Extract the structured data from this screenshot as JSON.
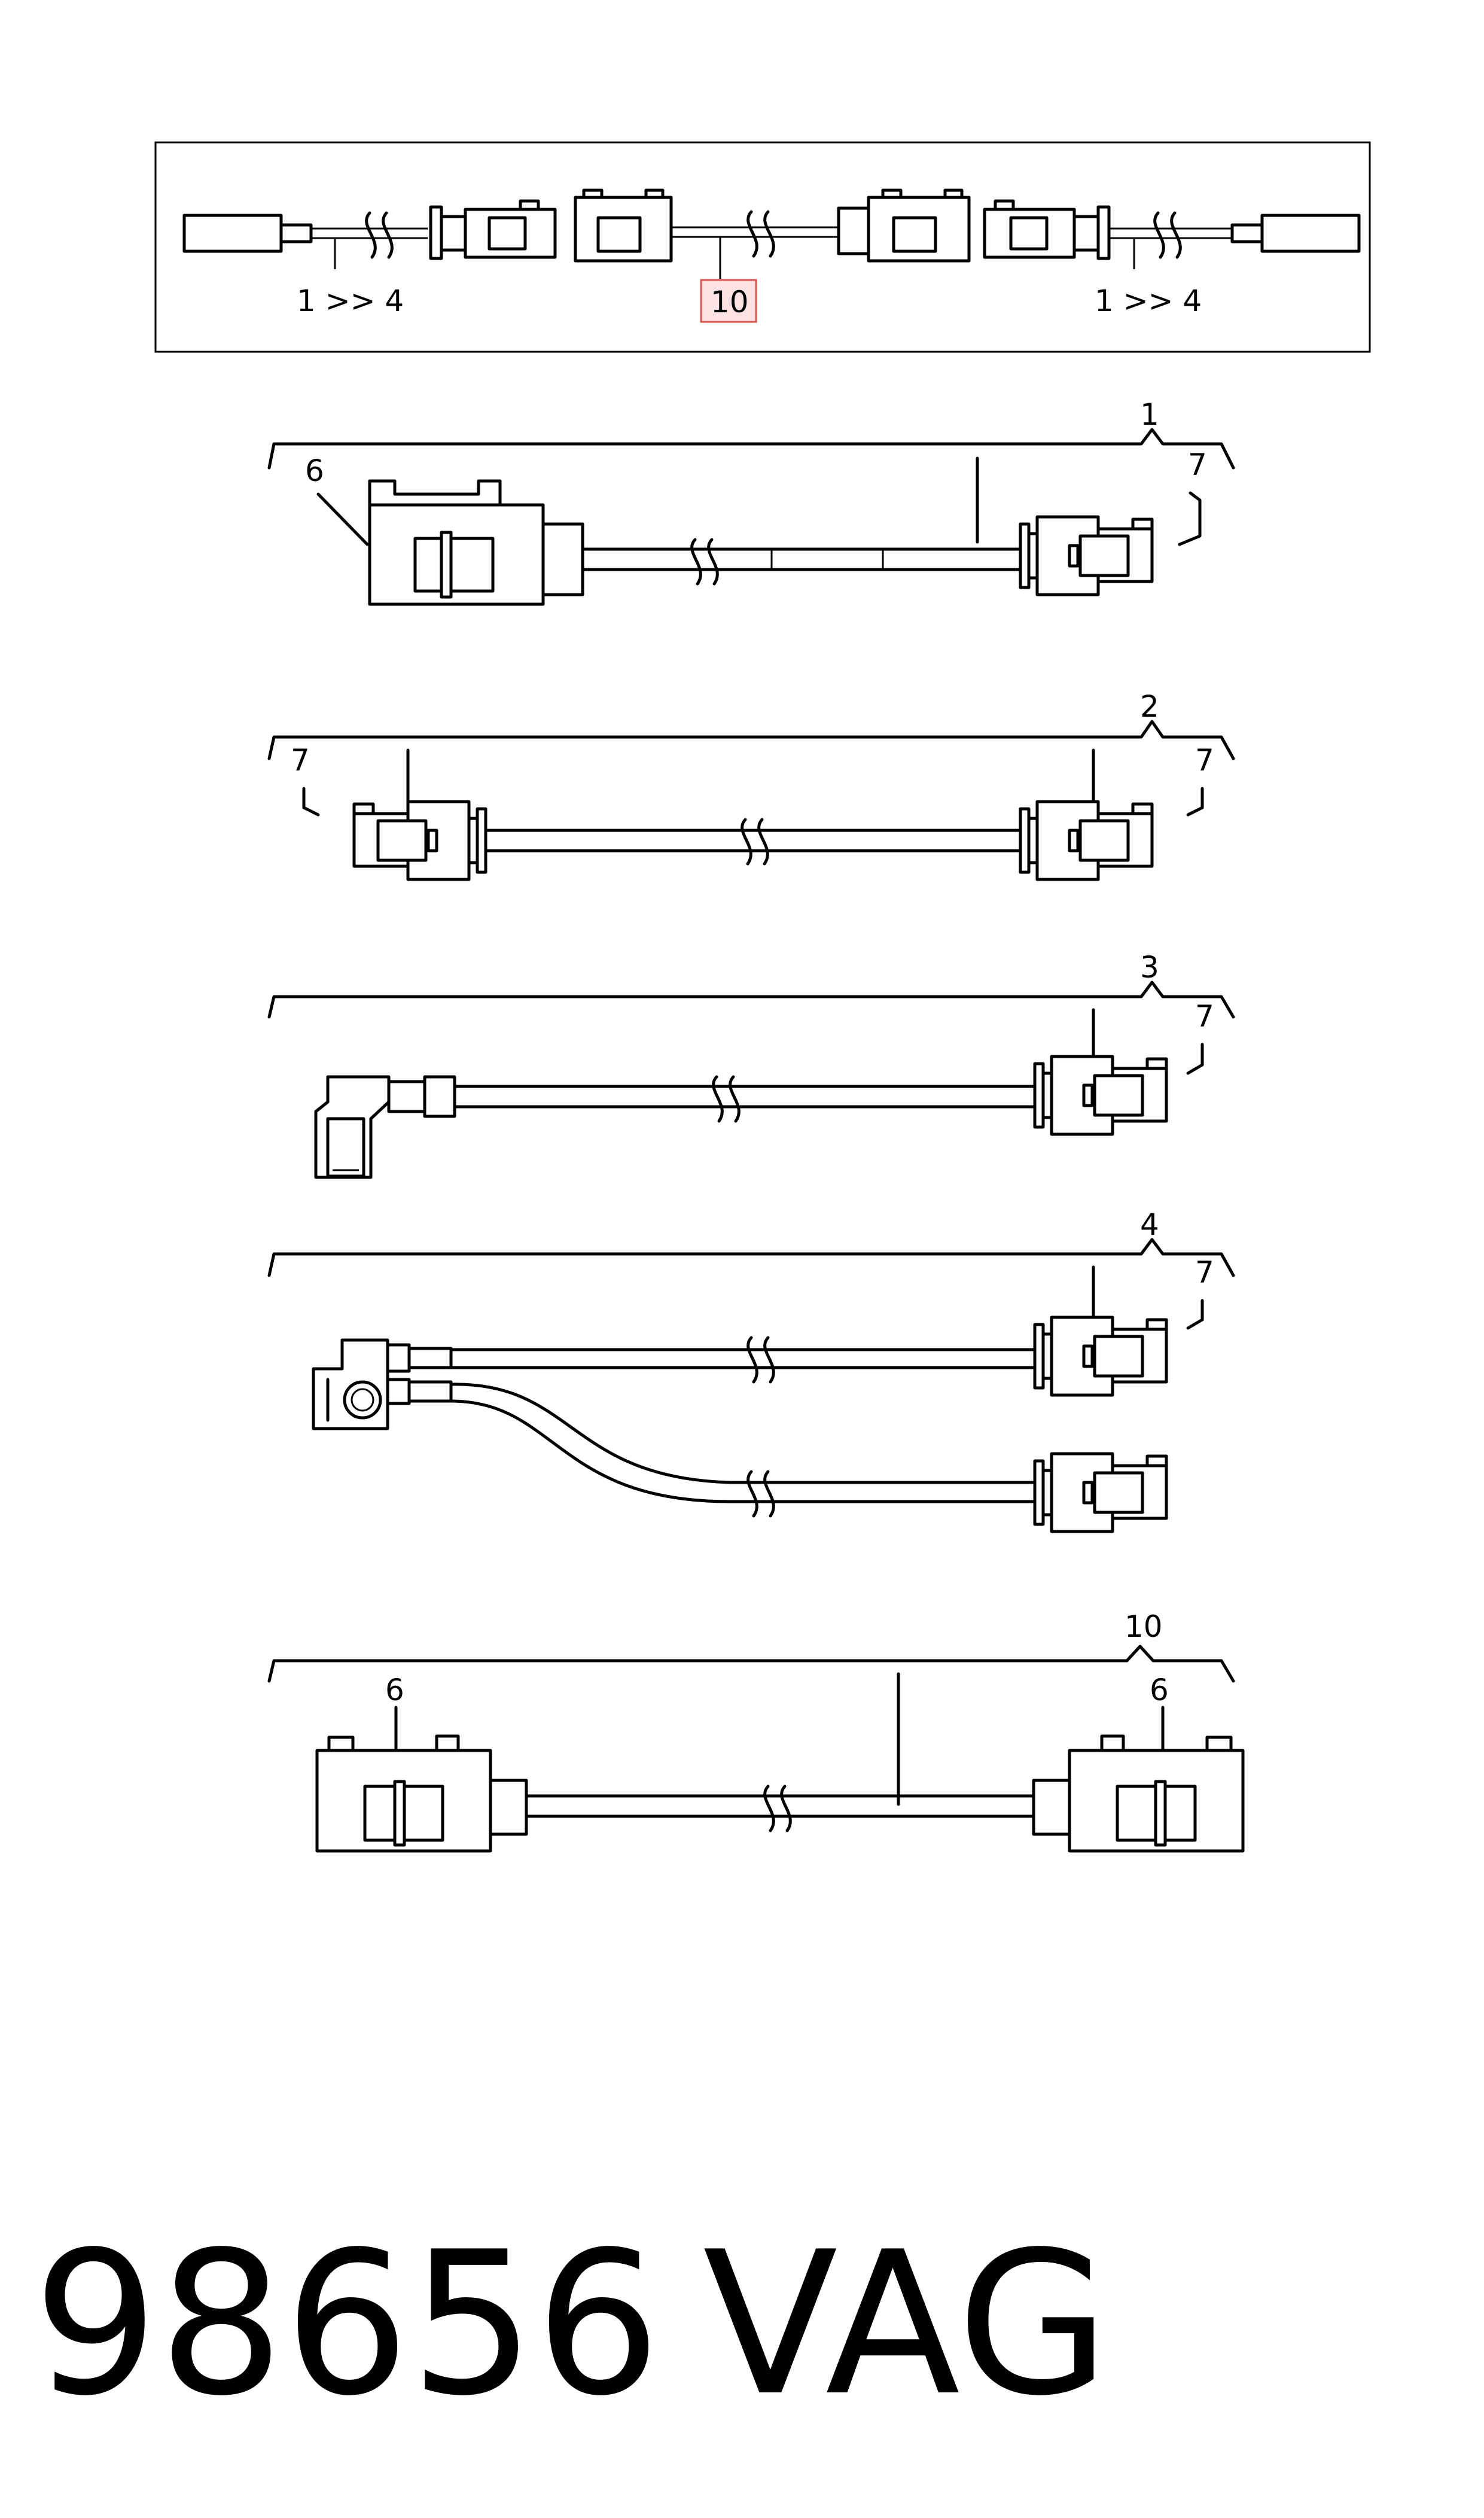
{
  "overview": {
    "left_ref": "1 >> 4",
    "center_ref": "10",
    "right_ref": "1 >> 4"
  },
  "parts": [
    {
      "number": "1",
      "connectors": [
        "6",
        "7"
      ]
    },
    {
      "number": "2",
      "connectors": [
        "7",
        "7"
      ]
    },
    {
      "number": "3",
      "connectors": [
        "7"
      ]
    },
    {
      "number": "4",
      "connectors": [
        "7"
      ]
    },
    {
      "number": "10",
      "connectors": [
        "6",
        "6"
      ]
    }
  ],
  "footer": {
    "number": "98656",
    "brand": "VAG"
  },
  "colors": {
    "line": "#000000",
    "highlight_fill": "#fde2e4",
    "highlight_stroke": "#d9534f"
  }
}
